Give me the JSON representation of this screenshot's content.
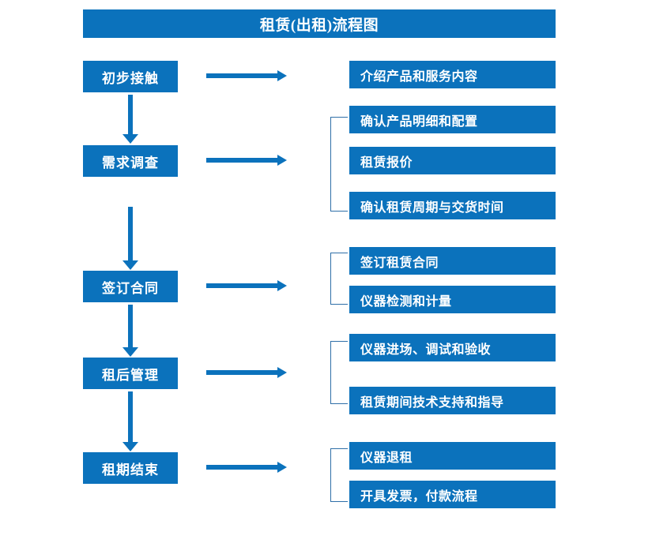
{
  "chart_data": {
    "type": "diagram",
    "title": "租赁(出租)流程图",
    "diagram_kind": "flowchart",
    "orientation": "vertical-with-side-details",
    "accent_color": "#0b72bc",
    "text_color": "#ffffff",
    "background_color": "#ffffff",
    "stages": [
      {
        "label": "初步接触",
        "details": [
          "介绍产品和服务内容"
        ],
        "bracketed": false
      },
      {
        "label": "需求调查",
        "details": [
          "确认产品明细和配置",
          "租赁报价",
          "确认租赁周期与交货时间"
        ],
        "bracketed": true
      },
      {
        "label": "签订合同",
        "details": [
          "签订租赁合同",
          "仪器检测和计量"
        ],
        "bracketed": true
      },
      {
        "label": "租后管理",
        "details": [
          "仪器进场、调试和验收",
          "租赁期间技术支持和指导"
        ],
        "bracketed": true
      },
      {
        "label": "租期结束",
        "details": [
          "仪器退租",
          "开具发票，付款流程"
        ],
        "bracketed": true
      }
    ]
  },
  "header": {
    "title": "租赁(出租)流程图"
  },
  "stage_boxes": [
    {
      "label": "初步接触"
    },
    {
      "label": "需求调查"
    },
    {
      "label": "签订合同"
    },
    {
      "label": "租后管理"
    },
    {
      "label": "租期结束"
    }
  ],
  "detail_boxes": [
    {
      "label": "介绍产品和服务内容"
    },
    {
      "label": "确认产品明细和配置"
    },
    {
      "label": "租赁报价"
    },
    {
      "label": "确认租赁周期与交货时间"
    },
    {
      "label": "签订租赁合同"
    },
    {
      "label": "仪器检测和计量"
    },
    {
      "label": "仪器进场、调试和验收"
    },
    {
      "label": "租赁期间技术支持和指导"
    },
    {
      "label": "仪器退租"
    },
    {
      "label": "开具发票，付款流程"
    }
  ],
  "connectors": {
    "horizontal_arrow_name": "stage-to-detail-arrow",
    "vertical_arrow_name": "stage-to-stage-arrow",
    "bracket_name": "detail-group-bracket"
  }
}
